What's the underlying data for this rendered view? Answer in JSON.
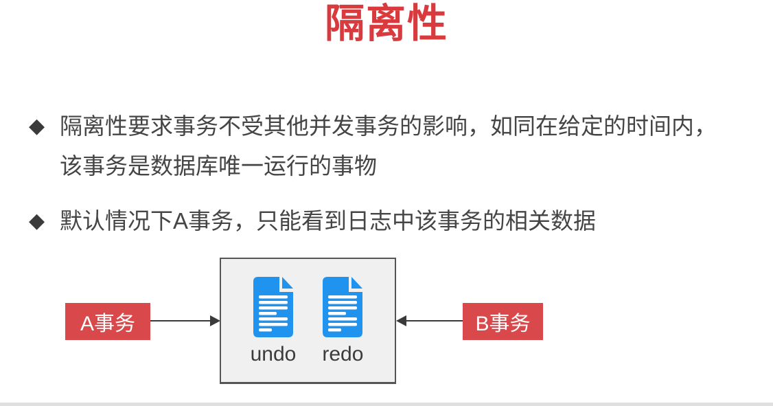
{
  "page": {
    "title": "隔离性"
  },
  "bullets": [
    {
      "marker": "◆",
      "marker_icon": "diamond-bullet-icon",
      "lines": [
        "隔离性要求事务不受其他并发事务的影响，如同在给定的时间内，",
        "该事务是数据库唯一运行的事物"
      ]
    },
    {
      "marker": "◆",
      "marker_icon": "diamond-bullet-icon",
      "lines": [
        "默认情况下A事务，只能看到日志中该事务的相关数据"
      ]
    }
  ],
  "diagram": {
    "left_label": "A事务",
    "right_label": "B事务",
    "arrows": [
      "arrow-right-icon",
      "arrow-left-icon"
    ],
    "documents": [
      {
        "icon": "document-icon",
        "label": "undo"
      },
      {
        "icon": "document-icon",
        "label": "redo"
      }
    ]
  },
  "colors": {
    "title_red": "#d93a3e",
    "label_red": "#d9494c",
    "doc_blue": "#2093ee",
    "body_text": "#454545",
    "box_fill": "#f0f0f0",
    "box_border": "#555555",
    "arrow": "#3a3a3a"
  }
}
